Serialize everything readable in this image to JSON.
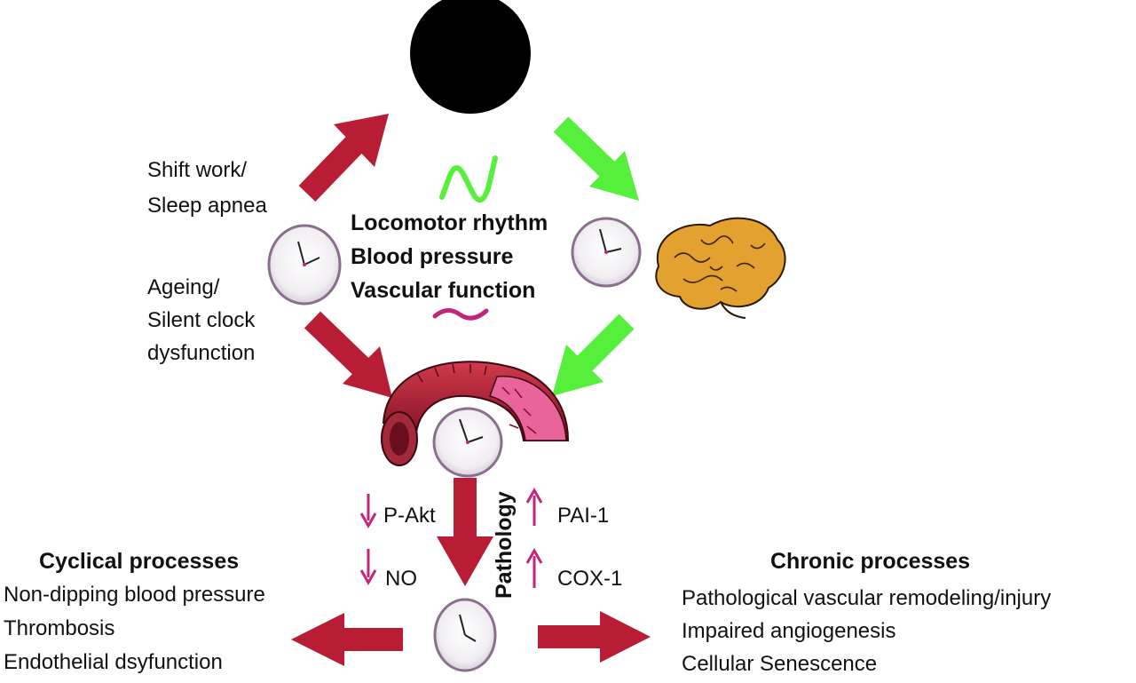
{
  "colors": {
    "red_arrow": "#b81d35",
    "green_arrow": "#56f03c",
    "molecule_arrow": "#c2257a",
    "moon": "#f2d20a",
    "brain": "#e3a12f",
    "vessel": "#9c1a2c"
  },
  "icons": {
    "night": "crescent-moon-icon",
    "clock": "clock-icon",
    "brain": "brain-icon",
    "vessel": "blood-vessel-icon"
  },
  "left_factors": {
    "line1": "Shift work/",
    "line2": "Sleep apnea",
    "line3": "Ageing/",
    "line4": "Silent clock",
    "line5": "dysfunction"
  },
  "center": {
    "wave_top": "N",
    "rhythm1": "Locomotor rhythm",
    "rhythm2": "Blood pressure",
    "rhythm3": "Vascular function",
    "wave_bottom": "~"
  },
  "molecules": {
    "down1": "P-Akt",
    "down2": "NO",
    "up1": "PAI-1",
    "up2": "COX-1",
    "pathology": "Pathology"
  },
  "cyclical": {
    "title": "Cyclical processes",
    "items": [
      "Non-dipping blood pressure",
      "Thrombosis",
      "Endothelial dsyfunction"
    ]
  },
  "chronic": {
    "title": "Chronic processes",
    "items": [
      "Pathological vascular remodeling/injury",
      "Impaired angiogenesis",
      "Cellular Senescence"
    ]
  }
}
